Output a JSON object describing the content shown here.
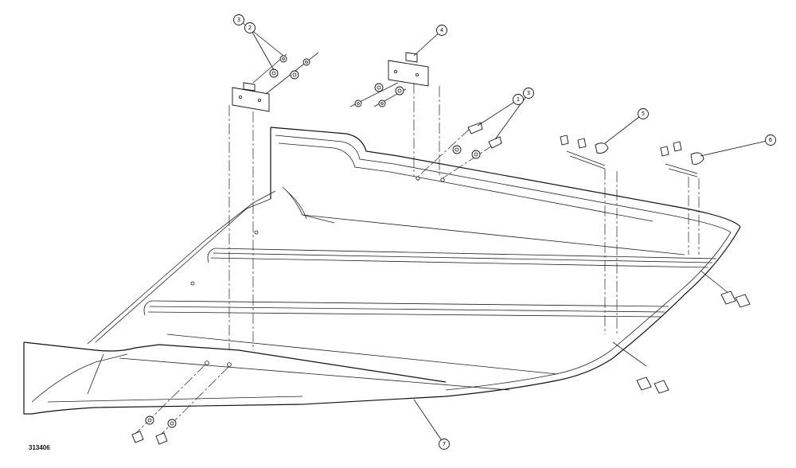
{
  "figure_number": "313406",
  "callouts": [
    {
      "id": "c3a",
      "label": "3"
    },
    {
      "id": "c2",
      "label": "2"
    },
    {
      "id": "c4",
      "label": "4"
    },
    {
      "id": "c1",
      "label": "1"
    },
    {
      "id": "c3b",
      "label": "3"
    },
    {
      "id": "c5",
      "label": "5"
    },
    {
      "id": "c6",
      "label": "6"
    },
    {
      "id": "c7",
      "label": "7"
    }
  ]
}
